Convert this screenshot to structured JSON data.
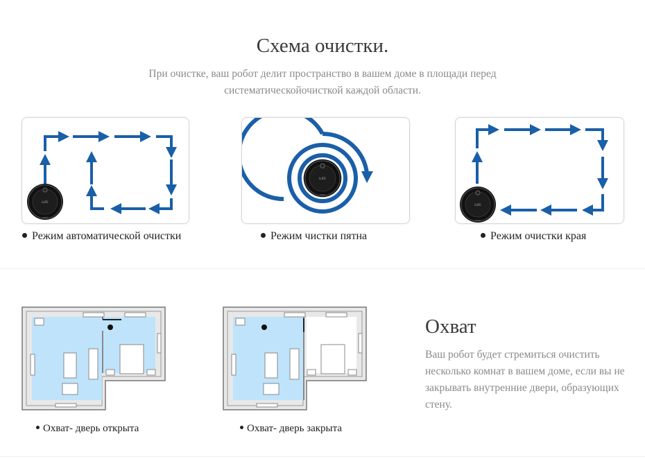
{
  "header": {
    "title": "Схема очистки.",
    "subtitle": "При очистке, ваш робот делит пространство в вашем доме в площади перед систематическойочисткой каждой области."
  },
  "modes": [
    {
      "label": "Режим автоматической очистки",
      "icon": "zigzag-path-icon"
    },
    {
      "label": "Режим чистки пятна",
      "icon": "spiral-path-icon"
    },
    {
      "label": "Режим очистки края",
      "icon": "edge-path-icon"
    }
  ],
  "coverage": {
    "title": "Охват",
    "description": "Ваш робот будет стремиться очистить несколько комнат в вашем доме, если вы не закрывать внутренние двери, образующих стену.",
    "plans": [
      {
        "label": "Охват- дверь открыта",
        "icon": "floorplan-door-open-icon"
      },
      {
        "label": "Охват- дверь закрыта",
        "icon": "floorplan-door-closed-icon"
      }
    ]
  },
  "colors": {
    "path": "#1a5fa8",
    "covered": "#bfe3fa",
    "robot": "#111111"
  }
}
